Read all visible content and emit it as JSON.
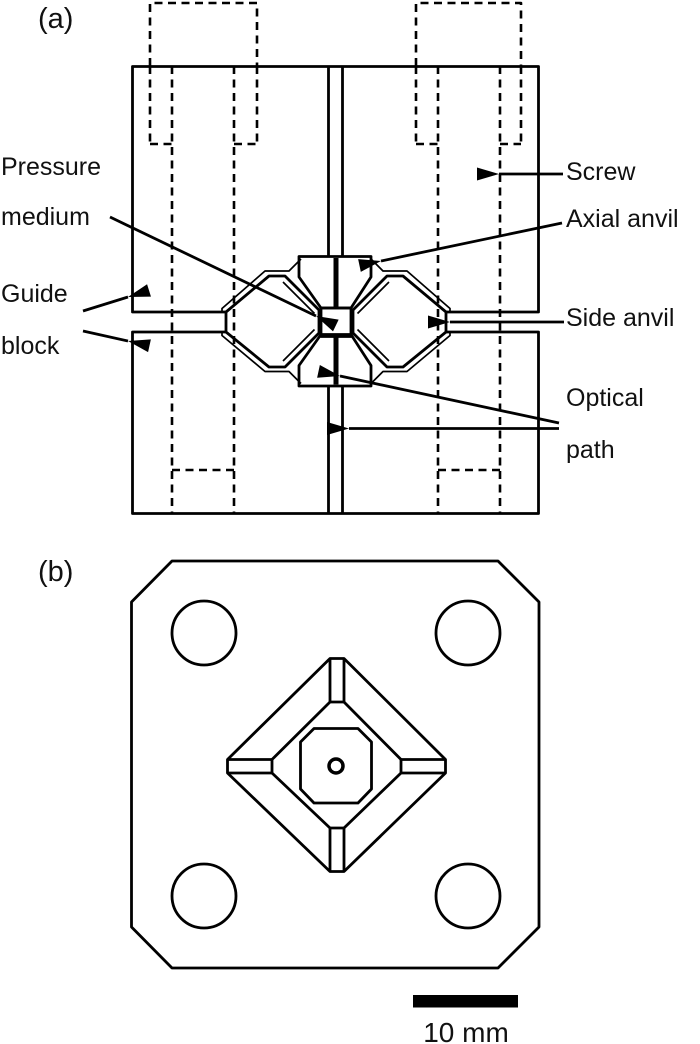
{
  "figure": {
    "type": "schematic-diagram",
    "description": "Opposed-anvil high-pressure cell: (a) cross-section, (b) top view",
    "colors": {
      "line": "#000000",
      "background": "#ffffff"
    }
  },
  "panel_a": {
    "tag": "(a)",
    "labels": {
      "pressure_line1": "Pressure",
      "pressure_line2": "medium",
      "guide_line1": "Guide",
      "guide_line2": "block",
      "screw": "Screw",
      "axial_anvil": "Axial anvil",
      "side_anvil": "Side anvil",
      "optical_line1": "Optical",
      "optical_line2": "path"
    }
  },
  "panel_b": {
    "tag": "(b)",
    "scale_bar_label": "10 mm"
  }
}
